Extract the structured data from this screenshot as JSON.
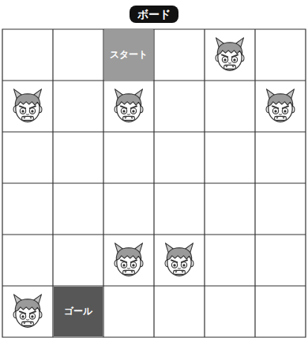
{
  "diagram": {
    "title": "ボード",
    "nodes": [
      {
        "text": [
          "スタート"
        ]
      },
      {
        "text": [
          "ゴール"
        ]
      }
    ]
  }
}
